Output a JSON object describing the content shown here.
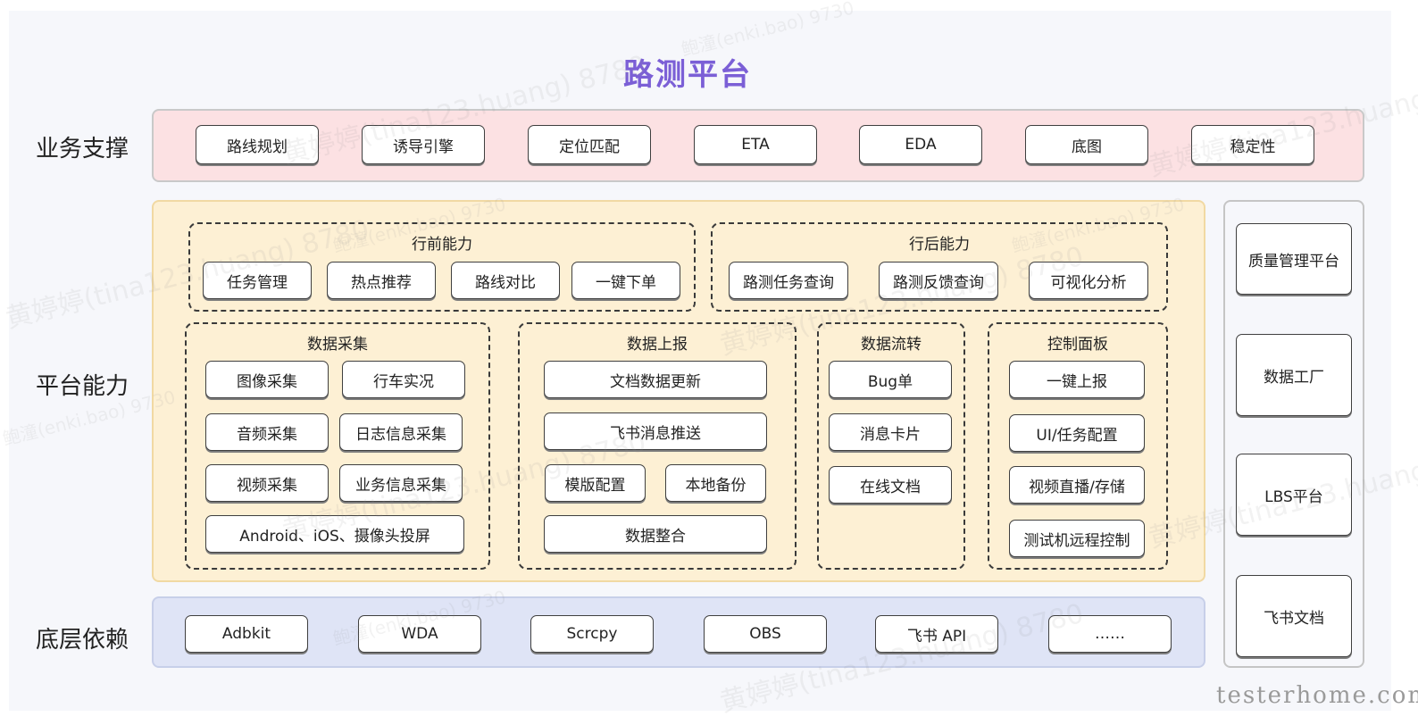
{
  "title": "路测平台",
  "layers": {
    "business": {
      "label": "业务支撑",
      "items": [
        "路线规划",
        "诱导引擎",
        "定位匹配",
        "ETA",
        "EDA",
        "底图",
        "稳定性"
      ]
    },
    "platform": {
      "label": "平台能力",
      "pre_trip": {
        "title": "行前能力",
        "items": [
          "任务管理",
          "热点推荐",
          "路线对比",
          "一键下单"
        ]
      },
      "post_trip": {
        "title": "行后能力",
        "items": [
          "路测任务查询",
          "路测反馈查询",
          "可视化分析"
        ]
      },
      "data_collection": {
        "title": "数据采集",
        "items": [
          "图像采集",
          "行车实况",
          "音频采集",
          "日志信息采集",
          "视频采集",
          "业务信息采集",
          "Android、iOS、摄像头投屏"
        ]
      },
      "data_report": {
        "title": "数据上报",
        "items": [
          "文档数据更新",
          "飞书消息推送",
          "模版配置",
          "本地备份",
          "数据整合"
        ]
      },
      "data_flow": {
        "title": "数据流转",
        "items": [
          "Bug单",
          "消息卡片",
          "在线文档"
        ]
      },
      "control_panel": {
        "title": "控制面板",
        "items": [
          "一键上报",
          "UI/任务配置",
          "视频直播/存储",
          "测试机远程控制"
        ]
      }
    },
    "dependencies": {
      "label": "底层依赖",
      "items": [
        "Adbkit",
        "WDA",
        "Scrcpy",
        "OBS",
        "飞书 API",
        "……"
      ]
    },
    "side_platforms": [
      "质量管理平台",
      "数据工厂",
      "LBS平台",
      "飞书文档"
    ]
  },
  "watermarks": [
    "黄婷婷(tina123.huang) 8780",
    "鲍潼(enki.bao) 9730"
  ],
  "site_mark": "testerhome.com",
  "colors": {
    "title": "#7b5fd6",
    "business_band": "#fce1e3",
    "platform_band": "#fdf0d4",
    "dependency_band": "#dfe4f6"
  }
}
